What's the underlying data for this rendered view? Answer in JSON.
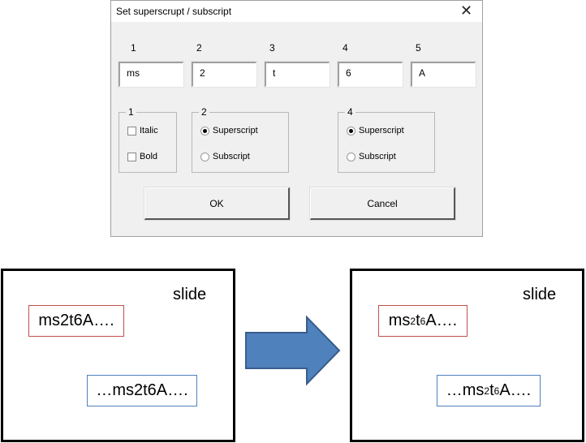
{
  "dialog": {
    "title": "Set superscrupt / subscript",
    "close_icon": "close-icon",
    "fields": [
      {
        "label": "1",
        "value": "ms"
      },
      {
        "label": "2",
        "value": "2"
      },
      {
        "label": "3",
        "value": "t"
      },
      {
        "label": "4",
        "value": "6"
      },
      {
        "label": "5",
        "value": "A"
      }
    ],
    "group1": {
      "label": "1",
      "italic": "Italic",
      "bold": "Bold",
      "italic_checked": false,
      "bold_checked": false
    },
    "group2": {
      "label": "2",
      "superscript": "Superscript",
      "subscript": "Subscript",
      "selected": "Superscript"
    },
    "group4": {
      "label": "4",
      "superscript": "Superscript",
      "subscript": "Subscript",
      "selected": "Superscript"
    },
    "ok": "OK",
    "cancel": "Cancel"
  },
  "before": {
    "slide_label": "slide",
    "box1": "ms2t6A….",
    "box2": "…ms2t6A…."
  },
  "after": {
    "slide_label": "slide",
    "box1": {
      "a": "ms",
      "s1": "2",
      "b": "t",
      "s2": "6",
      "c": "A…."
    },
    "box2": {
      "a": "…ms",
      "s1": "2",
      "b": "t",
      "s2": "6",
      "c": "A…."
    }
  },
  "colors": {
    "arrow": "#4f81bd",
    "red_box": "#c0504d",
    "blue_box": "#4f81bd"
  }
}
